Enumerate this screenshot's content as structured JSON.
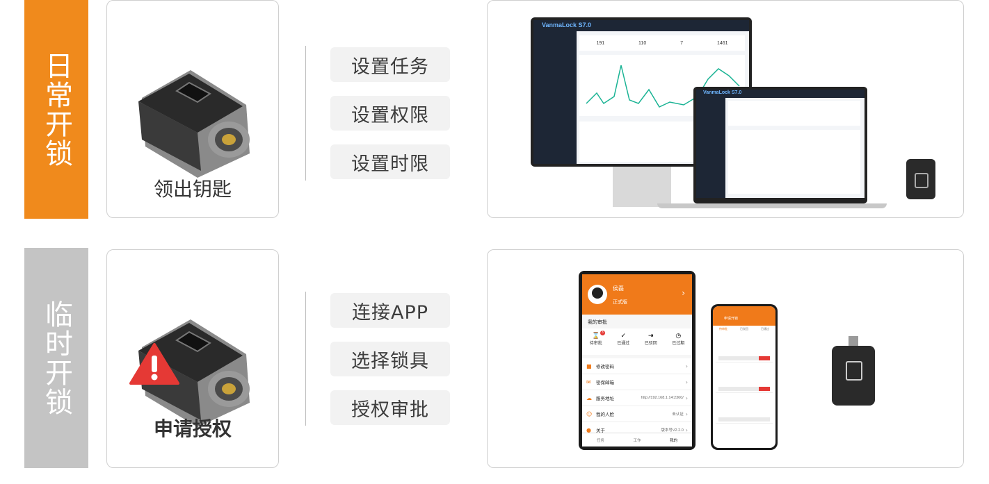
{
  "sections": [
    {
      "tag": "日常开锁",
      "tag_color": "#f08a1c",
      "product_label": "领出钥匙",
      "steps": [
        "设置任务",
        "设置权限",
        "设置时限"
      ]
    },
    {
      "tag": "临时开锁",
      "tag_color": "#c4c4c4",
      "product_label": "申请授权",
      "steps": [
        "连接APP",
        "选择锁具",
        "授权审批"
      ]
    }
  ],
  "dashboard": {
    "brand": "VanmaLock S7.0",
    "stats": [
      "191",
      "110",
      "7",
      "1461"
    ]
  },
  "app": {
    "user_name": "侯磊",
    "user_status": "正式版",
    "approval_title": "我的审批",
    "approval_badge": "3",
    "approval_items": [
      "待审批",
      "已通过",
      "已驳回",
      "已过期"
    ],
    "menu": [
      {
        "label": "修改密码",
        "value": ""
      },
      {
        "label": "密保邮箱",
        "value": ""
      },
      {
        "label": "服务地址",
        "value": "http://192.168.1.14:2360/"
      },
      {
        "label": "我的人脸",
        "value": "未认证"
      },
      {
        "label": "关于",
        "value": "版本号V2.2.0"
      }
    ],
    "tabs": [
      "任务",
      "工作",
      "我的"
    ],
    "phone_title": "申请开锁",
    "phone_tabs": [
      "待审批",
      "已驳回",
      "已通过"
    ]
  },
  "colors": {
    "orange": "#f08a1c",
    "gray": "#c4c4c4",
    "alert": "#e53935",
    "dash_bg": "#1d2635"
  }
}
